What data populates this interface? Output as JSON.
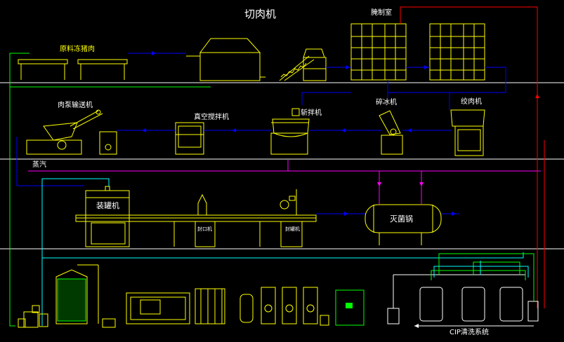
{
  "title": "切肉机",
  "labels": {
    "raw_material": "原料冻猪肉",
    "curing_room": "腌制室",
    "meat_conveyor": "肉泵输送机",
    "vacuum_tumbler": "真空搅拌机",
    "chopper": "斩拌机",
    "ice_crusher": "碎冰机",
    "mincer": "绞肉机",
    "steam": "蒸汽",
    "canning_machine": "装罐机",
    "sealer": "封口机",
    "capper": "封罐机",
    "sterilizer": "灭菌锅",
    "cip": "CIP清洗系统"
  },
  "colors": {
    "background": "#000000",
    "equipment": "#ffff00",
    "floor_lines": "#ffffff",
    "flow_arrow": "#0000ff",
    "steam_line": "#ff00ff",
    "water_line": "#00ffff",
    "cip_line": "#00ff00",
    "return_line": "#ff0000"
  }
}
